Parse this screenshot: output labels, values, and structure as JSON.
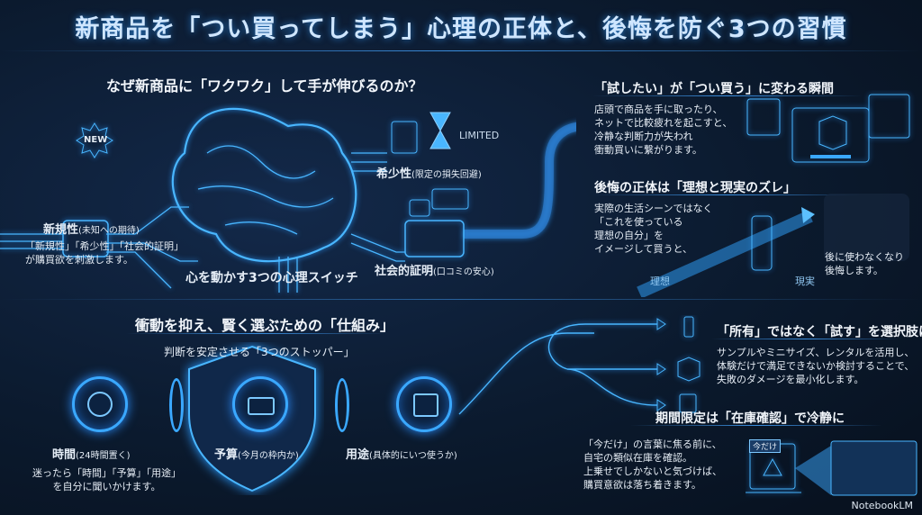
{
  "title": "新商品を「つい買ってしまう」心理の正体と、後悔を防ぐ3つの習慣",
  "section1": {
    "heading": "なぜ新商品に「ワクワク」して手が伸びるのか？",
    "new_badge": "NEW",
    "novelty": {
      "label": "新規性",
      "sub": "(未知への期待)"
    },
    "novelty_desc": "「新規性」「希少性」「社会的証明」\nが購買欲を刺激します。",
    "brain_caption": "心を動かす3つの心理スイッチ",
    "limited_badge": "LIMITED",
    "scarcity": {
      "label": "希少性",
      "sub": "(限定の損失回避)"
    },
    "social": {
      "label": "社会的証明",
      "sub": "(口コミの安心)"
    }
  },
  "moment": {
    "heading": "「試したい」が「つい買う」に変わる瞬間",
    "text": "店頭で商品を手に取ったり、\nネットで比較疲れを起こすと、\n冷静な判断力が失われ\n衝動買いに繋がります。"
  },
  "regret": {
    "heading": "後悔の正体は「理想と現実のズレ」",
    "text": "実際の生活シーンではなく\n「これを使っている\n理想の自分」を\nイメージして買うと、",
    "after": "後に使わなくなり\n後悔します。",
    "ideal": "理想",
    "reality": "現実"
  },
  "section2": {
    "heading": "衝動を抑え、賢く選ぶための「仕組み」",
    "sub": "判断を安定させる「3つのストッパー」",
    "time": {
      "label": "時間",
      "sub": "(24時間置く)"
    },
    "time_desc": "迷ったら「時間」「予算」「用途」\nを自分に聞いかけます。",
    "budget": {
      "label": "予算",
      "sub": "(今月の枠内か)"
    },
    "use": {
      "label": "用途",
      "sub": "(具体的にいつ使うか)"
    }
  },
  "trial": {
    "heading": "「所有」ではなく「試す」を選択肢に",
    "text": "サンプルやミニサイズ、レンタルを活用し、\n体験だけで満足できないか検討することで、\n失敗のダメージを最小化します。"
  },
  "limited": {
    "heading": "期間限定は「在庫確認」で冷静に",
    "text": "「今だけ」の言葉に焦る前に、\n自宅の類似在庫を確認。\n上乗せでしかないと気づけば、\n購買意欲は落ち着きます。",
    "tag": "今だけ"
  },
  "logo": "NotebookLM",
  "colors": {
    "background": "#0a1626",
    "accent": "#49b6ff",
    "text": "#e6eef7"
  }
}
